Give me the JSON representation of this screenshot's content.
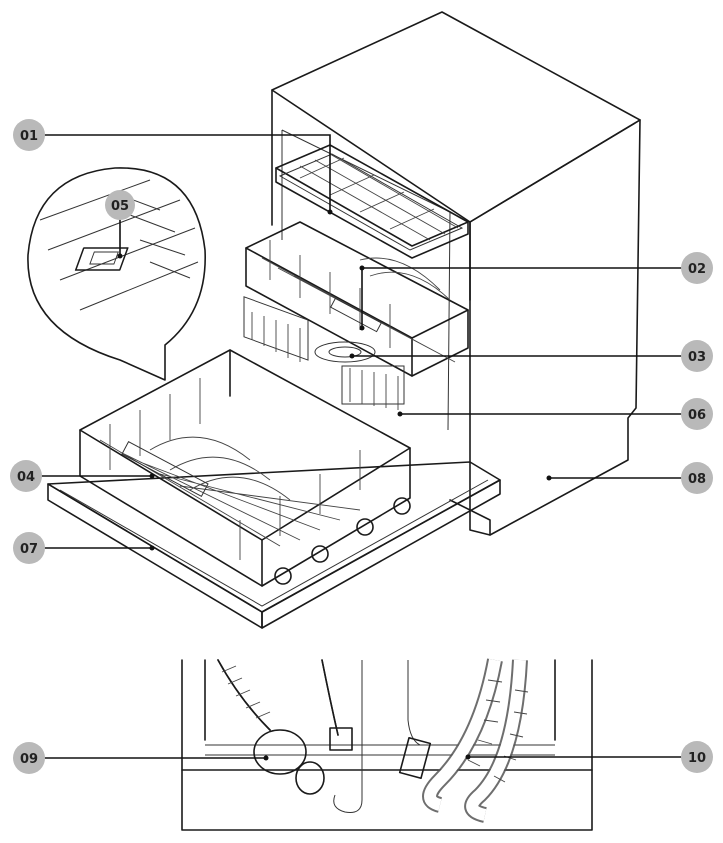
{
  "callouts": [
    {
      "id": "01",
      "label": "01"
    },
    {
      "id": "02",
      "label": "02"
    },
    {
      "id": "03",
      "label": "03"
    },
    {
      "id": "04",
      "label": "04"
    },
    {
      "id": "05",
      "label": "05"
    },
    {
      "id": "06",
      "label": "06"
    },
    {
      "id": "07",
      "label": "07"
    },
    {
      "id": "08",
      "label": "08"
    },
    {
      "id": "09",
      "label": "09"
    },
    {
      "id": "10",
      "label": "10"
    }
  ],
  "colors": {
    "badge_fill": "#b9b9b9",
    "line": "#1a1a1a",
    "background": "#ffffff"
  }
}
